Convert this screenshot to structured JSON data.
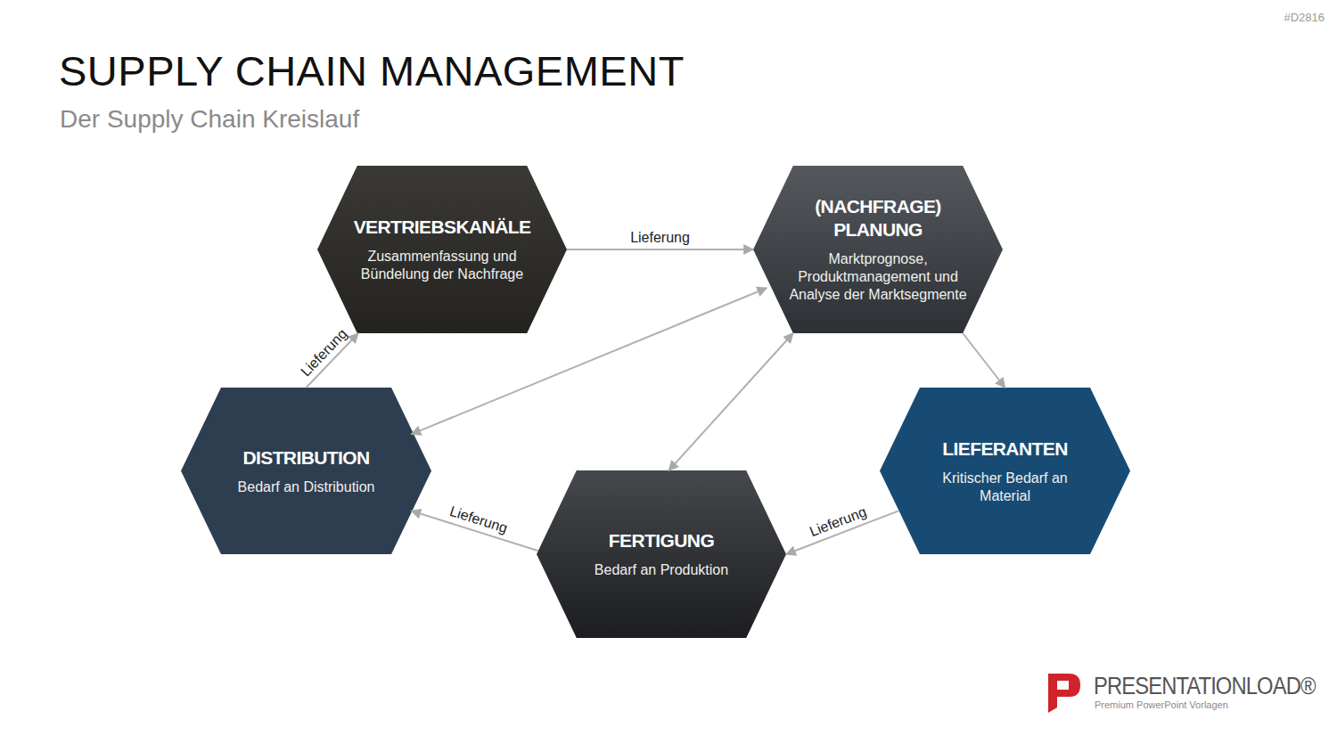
{
  "diagram": {
    "title": "SUPPLY CHAIN MANAGEMENT",
    "caption": "Der Supply Chain Kreislauf",
    "nodes": [
      {
        "text": [
          "VERTRIEBSKANÄLE",
          "Zusammenfassung und Bündelung der Nachfrage"
        ]
      },
      {
        "text": [
          "(NACHFRAGE) PLANUNG",
          "Marktprognose, Produktmanagement und Analyse der Marktsegmente"
        ]
      },
      {
        "text": [
          "DISTRIBUTION",
          "Bedarf an Distribution"
        ]
      },
      {
        "text": [
          "LIEFERANTEN",
          "Kritischer Bedarf an Material"
        ]
      },
      {
        "text": [
          "FERTIGUNG",
          "Bedarf an Produktion"
        ]
      }
    ],
    "edges": [
      {
        "from": 0,
        "to": 1,
        "arrow": "to",
        "label": "Lieferung"
      },
      {
        "from": 2,
        "to": 0,
        "arrow": "to",
        "label": "Lieferung"
      },
      {
        "from": 1,
        "to": 2,
        "arrow": "both"
      },
      {
        "from": 1,
        "to": 4,
        "arrow": "both"
      },
      {
        "from": 1,
        "to": 3,
        "arrow": "to"
      },
      {
        "from": 3,
        "to": 4,
        "arrow": "to",
        "label": "Lieferung"
      },
      {
        "from": 4,
        "to": 2,
        "arrow": "to",
        "label": "Lieferung"
      }
    ],
    "labels": [
      "#D2816",
      "PRESENTATIONLOAD®",
      "Premium PowerPoint Vorlagen"
    ]
  }
}
